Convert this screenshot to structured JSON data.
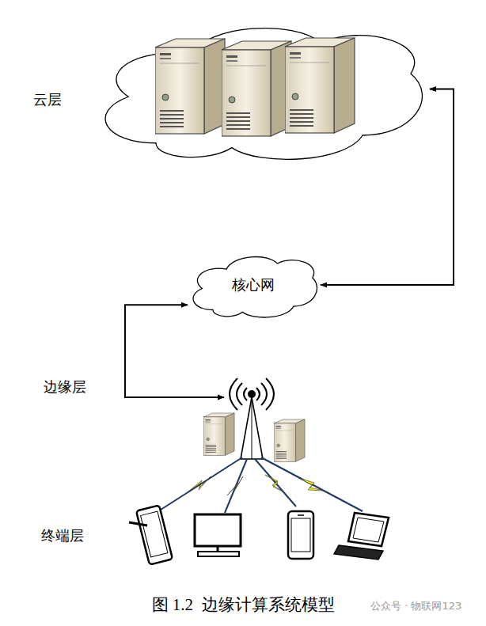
{
  "diagram": {
    "caption": "图 1.2  边缘计算系统模型",
    "nodes": [
      {
        "text": [
          "云层"
        ]
      },
      {
        "text": [
          "核心网"
        ]
      },
      {
        "text": [
          "边缘层"
        ]
      },
      {
        "text": [
          "终端层"
        ]
      }
    ],
    "edges": [
      {
        "from": 0,
        "to": 1,
        "arrow": "both"
      },
      {
        "from": 1,
        "to": 2,
        "arrow": "both"
      }
    ],
    "labels": [
      "公众号 · 物联网123"
    ]
  }
}
